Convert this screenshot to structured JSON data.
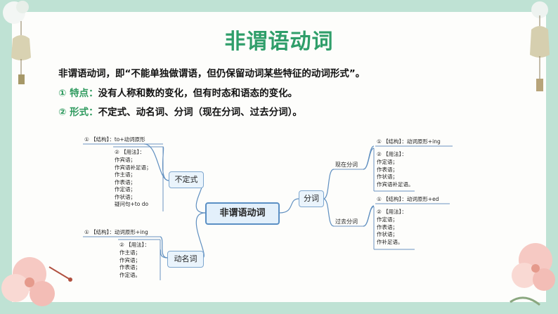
{
  "title": "非谓语动词",
  "definition": {
    "prefix": "非谓语动词，即",
    "quote": "“不能单独做谓语，但仍保留动词某些特征的动词形式”。"
  },
  "point1": {
    "label": "① 特点：",
    "text": "没有人称和数的变化，但有时态和语态的变化。"
  },
  "point2": {
    "label": "② 形式：",
    "text": "不定式、动名词、分词（现在分词、过去分词）。"
  },
  "mindmap": {
    "center": "非谓语动词",
    "infinitive": {
      "label": "不定式",
      "structure": "① 【结构】：to+动词原形",
      "usage_head": "② 【用法】：",
      "usages": [
        "作宾语；",
        "作宾语补足语；",
        "作主语；",
        "作表语；",
        "作定语；",
        "作状语；",
        "疑问句+to do"
      ]
    },
    "gerund": {
      "label": "动名词",
      "structure": "① 【结构】：动词原形+ing",
      "usage_head": "② 【用法】：",
      "usages": [
        "作主语；",
        "作宾语；",
        "作表语；",
        "作定语。"
      ]
    },
    "participle": {
      "label": "分词",
      "present": {
        "label": "现在分词",
        "structure": "① 【结构】：动词原形+ing",
        "usage_head": "② 【用法】：",
        "usages": [
          "作定语；",
          "作表语；",
          "作状语；",
          "作宾语补足语。"
        ]
      },
      "past": {
        "label": "过去分词",
        "structure": "① 【结构】：动词原形+ed",
        "usage_head": "② 【用法】：",
        "usages": [
          "作定语；",
          "作表语；",
          "作状语；",
          "作补足语。"
        ]
      }
    }
  }
}
